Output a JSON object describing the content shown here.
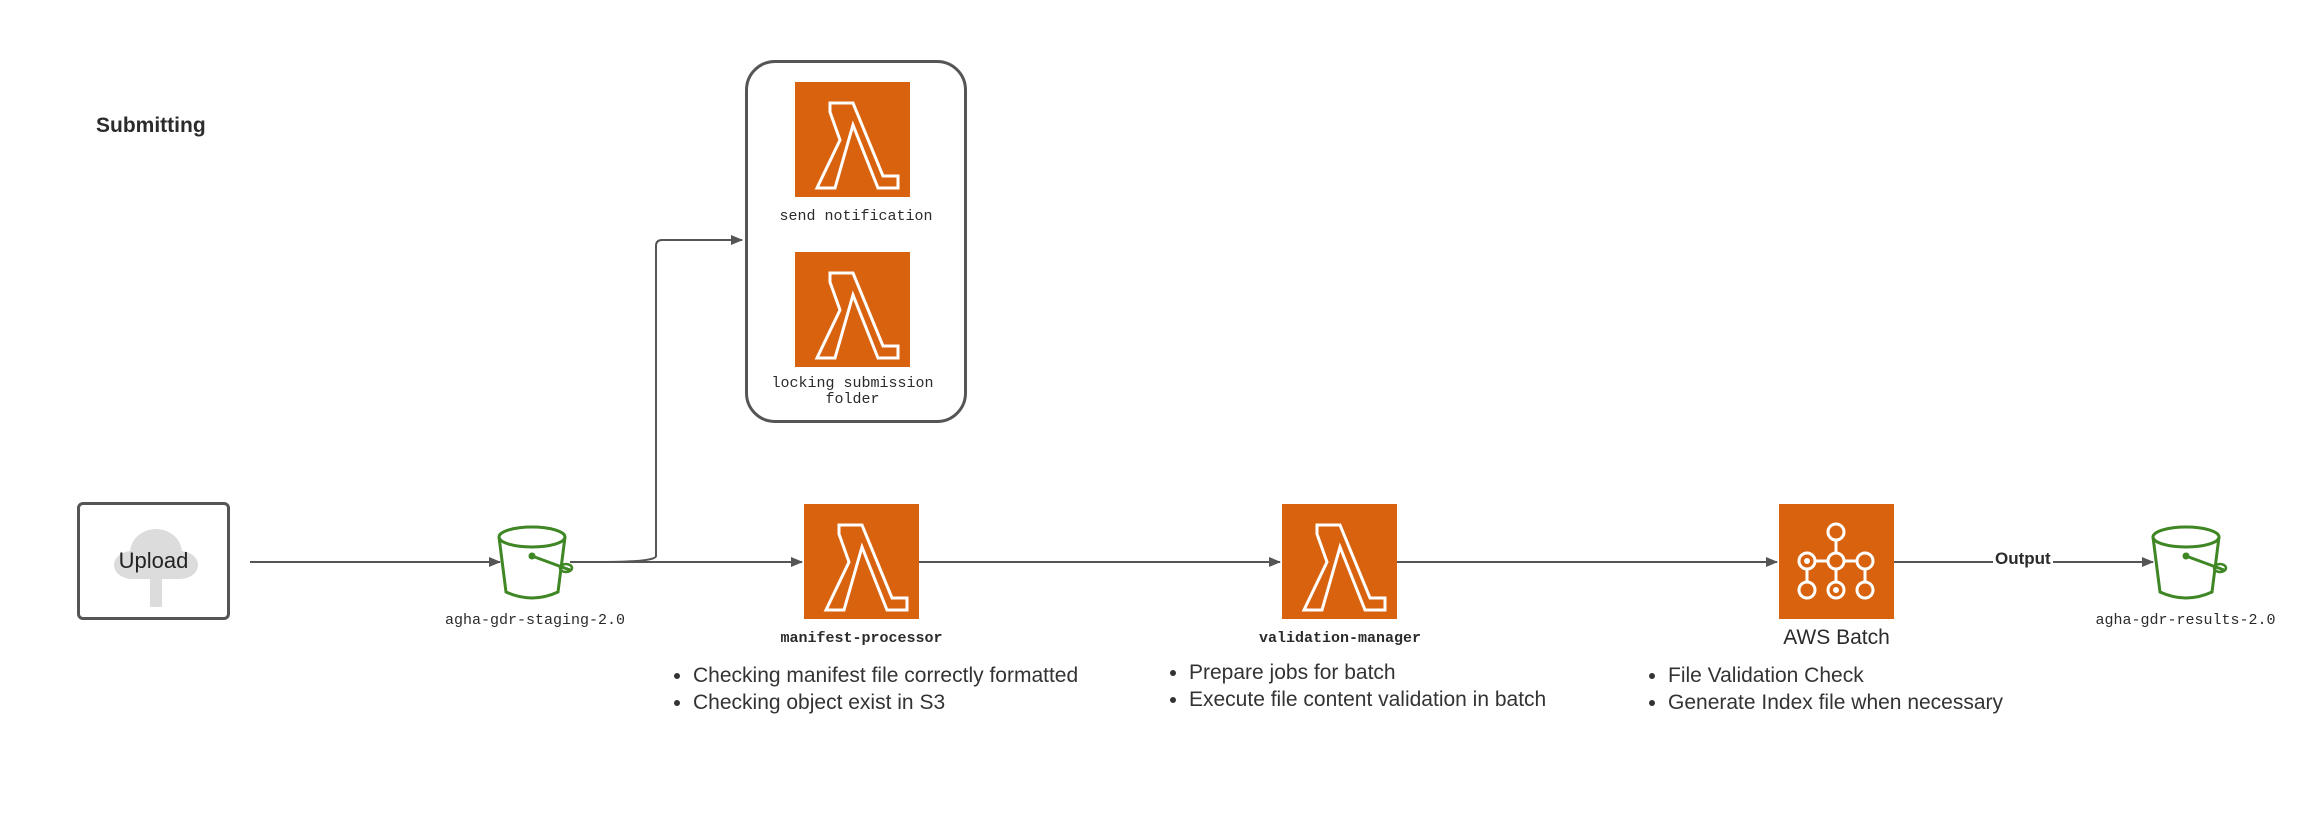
{
  "diagram": {
    "title": "Submitting",
    "upload_label": "Upload",
    "staging_bucket_label": "agha-gdr-staging-2.0",
    "notify_lambda_label": "send notification",
    "lock_lambda_label": "locking submission folder",
    "manifest_label": "manifest-processor",
    "manifest_bullets": [
      "Checking manifest file correctly formatted",
      "Checking object exist in S3"
    ],
    "validation_label": "validation-manager",
    "validation_bullets": [
      "Prepare jobs for batch",
      "Execute file content validation in batch"
    ],
    "batch_label": "AWS Batch",
    "batch_bullets": [
      "File Validation Check",
      "Generate Index file when necessary"
    ],
    "output_label": "Output",
    "results_bucket_label": "agha-gdr-results-2.0"
  },
  "colors": {
    "lambda_orange": "#d9620f",
    "bucket_green": "#3f8624",
    "line_gray": "#555555",
    "cloud_gray": "#dcdcdc"
  },
  "icons": {
    "lambda": "lambda-icon",
    "bucket": "s3-bucket-icon",
    "batch": "aws-batch-icon",
    "cloud": "cloud-upload-icon"
  }
}
